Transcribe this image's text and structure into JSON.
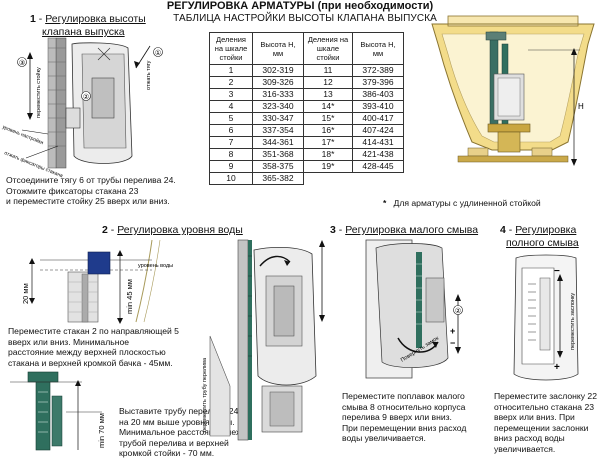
{
  "title": "РЕГУЛИРОВКА АРМАТУРЫ (при необходимости)",
  "sections": {
    "s1": {
      "num": "1",
      "label1": "Регулировка высоты",
      "label2": "клапана выпуска"
    },
    "s2": {
      "num": "2",
      "label": "Регулировка уровня воды"
    },
    "s3": {
      "num": "3",
      "label": "Регулировка малого смыва"
    },
    "s4": {
      "num": "4",
      "label1": "Регулировка",
      "label2": "полного смыва"
    }
  },
  "table": {
    "title": "ТАБЛИЦА НАСТРОЙКИ ВЫСОТЫ КЛАПАНА ВЫПУСКА",
    "headers": [
      "Деления на шкале стойки",
      "Высота Н, мм",
      "Деления на шкале стойки",
      "Высота Н, мм"
    ],
    "rows": [
      [
        "1",
        "302-319",
        "11",
        "372-389"
      ],
      [
        "2",
        "309-326",
        "12",
        "379-396"
      ],
      [
        "3",
        "316-333",
        "13",
        "386-403"
      ],
      [
        "4",
        "323-340",
        "14*",
        "393-410"
      ],
      [
        "5",
        "330-347",
        "15*",
        "400-417"
      ],
      [
        "6",
        "337-354",
        "16*",
        "407-424"
      ],
      [
        "7",
        "344-361",
        "17*",
        "414-431"
      ],
      [
        "8",
        "351-368",
        "18*",
        "421-438"
      ],
      [
        "9",
        "358-375",
        "19*",
        "428-445"
      ],
      [
        "10",
        "365-382",
        "",
        ""
      ]
    ],
    "footnote_star": "*",
    "footnote": "Для арматуры с удлиненной стойкой"
  },
  "instructions": {
    "s1": [
      "Отсоедините тягу 6 от трубы перелива 24.",
      "Отожмите фиксаторы стакана 23",
      "и переместите стойку 25 вверх или вниз."
    ],
    "s2a": [
      "Переместите стакан 2 по направляющей 5",
      "вверх или вниз.  Минимальное",
      "расстояние между верхней плоскостью",
      "стакана и верхней кромкой бачка - 45мм."
    ],
    "s2b": [
      "Выставите трубу перелива 24",
      "на 20 мм выше уровня воды.",
      "Минимальное расстояние между",
      "трубой перелива и верхней",
      "кромкой стойки - 70 мм."
    ],
    "s3": [
      "Переместите поплавок малого",
      "смыва 8 относительно корпуса",
      "перелива 9 вверх или вниз.",
      "При перемещении вниз расход",
      "воды увеличивается."
    ],
    "s4": [
      "Переместите заслонку 22",
      "относительно стакана 23",
      "вверх или вниз. При",
      "перемещении заслонки",
      "вниз расход воды",
      "увеличивается."
    ]
  },
  "figure_labels": {
    "move_stand": "переместить стойку",
    "pull_rod": "отжать тягу",
    "level_mark": "уровень настройки",
    "release_clips": "отжать фиксаторы стакана",
    "water_level": "уровень воды",
    "dim_20": "20 мм",
    "dim_45": "min 45 мм",
    "dim_70": "min 70 мм",
    "move_pipe": "переместить трубу перелива",
    "rotate_lock": "Повернуть замок",
    "move_flap": "переместить заслонку",
    "dim_h": "H",
    "plus": "+",
    "minus": "−",
    "circ1": "①",
    "circ2": "②",
    "circ3": "③"
  },
  "colors": {
    "accent_blue": "#1f3b8c",
    "mechanism_green": "#2f6f5e",
    "tank_yellow": "#f3dc8a",
    "brass": "#c9a640"
  }
}
